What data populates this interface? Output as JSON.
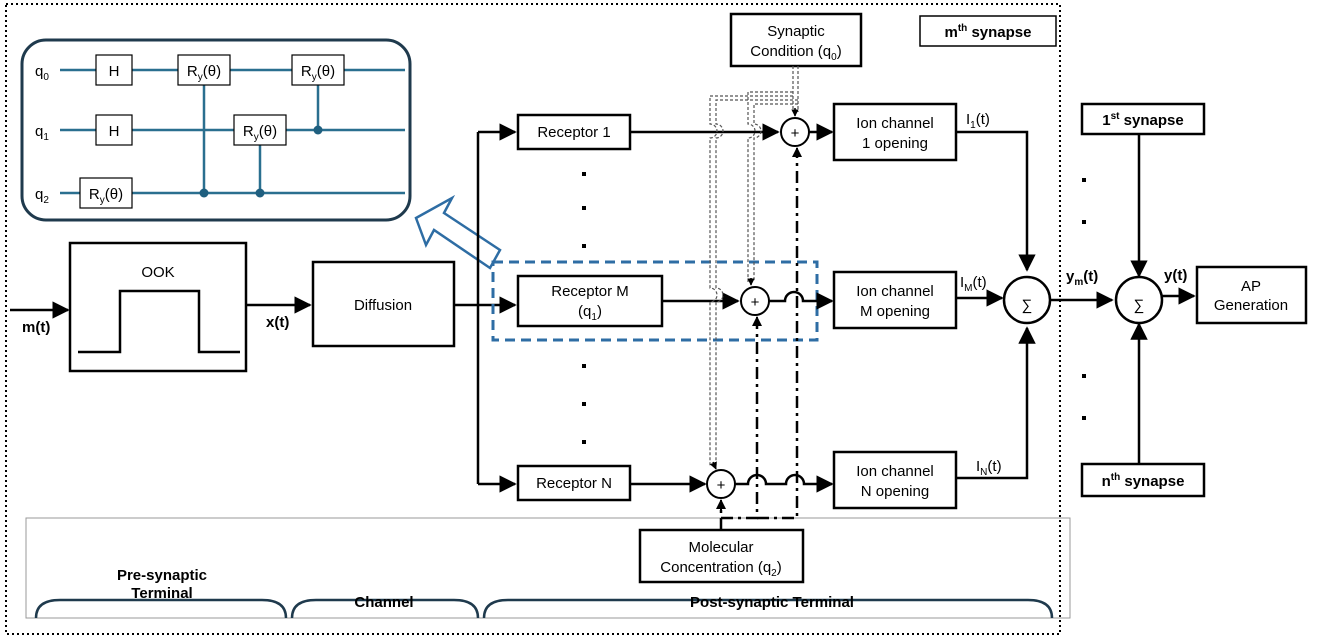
{
  "diagram": {
    "input_label": "m(t)",
    "ook_label": "OOK",
    "xt_label": "x(t)",
    "diffusion_label": "Diffusion",
    "mth_synapse": {
      "prefix": "m",
      "sup": "th",
      "suffix": " synapse"
    },
    "synaptic_condition": {
      "line1": "Synaptic",
      "line2": "Condition (q",
      "sub": "0",
      "close": ")"
    },
    "molecular_concentration": {
      "line1": "Molecular",
      "line2": "Concentration (q",
      "sub": "2",
      "close": ")"
    },
    "receptor_1": "Receptor 1",
    "receptor_m": {
      "line1": "Receptor M",
      "line2": "(q",
      "sub": "1",
      "close": ")"
    },
    "receptor_n": "Receptor N",
    "ion_channel_1": {
      "line1": "Ion channel",
      "line2": "1 opening"
    },
    "ion_channel_m": {
      "line1": "Ion channel",
      "line2": "M opening"
    },
    "ion_channel_n": {
      "line1": "Ion channel",
      "line2": "N opening"
    },
    "current_1": {
      "base": "I",
      "sub": "1",
      "tail": "(t)"
    },
    "current_m": {
      "base": "I",
      "sub": "M",
      "tail": "(t)"
    },
    "current_n": {
      "base": "I",
      "sub": "N",
      "tail": "(t)"
    },
    "sum_symbol": "∑",
    "plus_symbol": "+",
    "ym_label": {
      "base": "y",
      "sub": "m",
      "tail": "(t)"
    },
    "yt_label": "y(t)",
    "first_synapse": {
      "prefix": "1",
      "sup": "st",
      "suffix": " synapse"
    },
    "nth_synapse": {
      "prefix": "n",
      "sup": "th",
      "suffix": " synapse"
    },
    "ap_generation": {
      "line1": "AP",
      "line2": "Generation"
    },
    "bottom": {
      "pre_synaptic": {
        "line1": "Pre-synaptic",
        "line2": "Terminal"
      },
      "channel": "Channel",
      "post_synaptic": "Post-synaptic Terminal"
    },
    "dots": "."
  },
  "circuit": {
    "qubits": [
      {
        "base": "q",
        "sub": "0"
      },
      {
        "base": "q",
        "sub": "1"
      },
      {
        "base": "q",
        "sub": "2"
      }
    ],
    "hadamard": "H",
    "ry_gate": {
      "base": "R",
      "sub": "y",
      "tail": "(θ)"
    },
    "wire_color": "#2a6f8f"
  },
  "colors": {
    "highlight_dashed": "#2e6da4",
    "arrow_outline": "#2e6da4"
  }
}
